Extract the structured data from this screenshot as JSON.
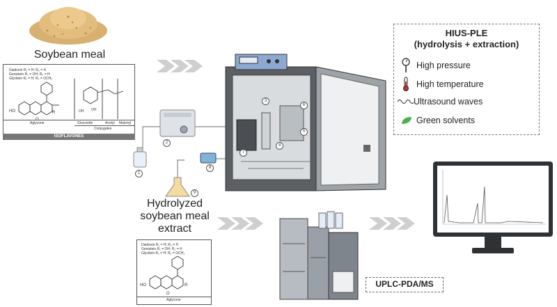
{
  "soybean_meal": {
    "title": "Soybean meal"
  },
  "isoflavone_top": {
    "legend": [
      "Daidzein R₁ = H; R₂ = H",
      "Genistein R₁ = OH; R₂ = H",
      "Glycitein R₁ = H; R₂ = OCH₃"
    ],
    "labels": {
      "aglycone": "Aglycone",
      "glucoside": "Glucoside",
      "acetyl": "Acetyl",
      "malonyl": "Malonyl",
      "conjugates": "Conjugates",
      "isoflavones": "ISOFLAVONES"
    }
  },
  "isoflavone_bottom": {
    "legend": [
      "Daidzein R₁ = H; R₂ = H",
      "Genistein R₁ = OH; R₂ = H",
      "Glycitein R₁ = H; R₂ = OCH₃"
    ],
    "labels": {
      "aglycone": "Aglycone"
    }
  },
  "hydrolyzed": {
    "line1": "Hydrolyzed",
    "line2": "soybean meal",
    "line3": "extract"
  },
  "legend_box": {
    "title_line1": "HIUS-PLE",
    "title_line2": "(hydrolysis + extraction)",
    "items": [
      {
        "label": "High pressure",
        "icon": "pressure-gauge-icon"
      },
      {
        "label": "High temperature",
        "icon": "thermometer-icon"
      },
      {
        "label": "Ultrasound waves",
        "icon": "wave-icon"
      },
      {
        "label": "Green solvents",
        "icon": "leaf-icon"
      }
    ]
  },
  "uplc": {
    "label": "UPLC-PDA/MS"
  },
  "step_numbers": [
    "1",
    "2",
    "3",
    "4",
    "5",
    "6",
    "7",
    "8",
    "9"
  ],
  "colors": {
    "accent_leaf": "#4caf50",
    "thermometer": "#c0392b",
    "arrow": "#bdbdbd"
  }
}
